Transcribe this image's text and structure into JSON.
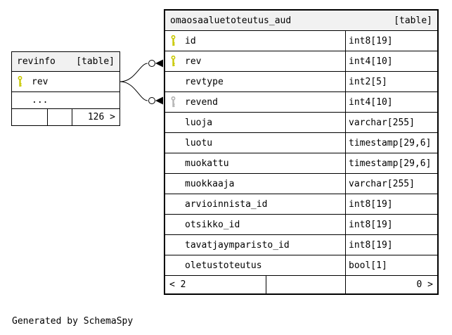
{
  "note": "Generated by SchemaSpy",
  "colors": {
    "key_primary": "#c8c800",
    "key_foreign": "#b3b3b3",
    "header_bg": "#f1f1f1",
    "border": "#000000"
  },
  "revinfo": {
    "title": "revinfo",
    "badge": "[table]",
    "rows": [
      {
        "name": "rev",
        "key": "primary"
      },
      {
        "name": "...",
        "key": "none"
      }
    ],
    "footer": {
      "left": "",
      "mid": "",
      "right": "126 >"
    }
  },
  "aud": {
    "title": "omaosaaluetoteutus_aud",
    "badge": "[table]",
    "rows": [
      {
        "name": "id",
        "type": "int8[19]",
        "key": "primary"
      },
      {
        "name": "rev",
        "type": "int4[10]",
        "key": "primary"
      },
      {
        "name": "revtype",
        "type": "int2[5]",
        "key": "none"
      },
      {
        "name": "revend",
        "type": "int4[10]",
        "key": "foreign"
      },
      {
        "name": "luoja",
        "type": "varchar[255]",
        "key": "none"
      },
      {
        "name": "luotu",
        "type": "timestamp[29,6]",
        "key": "none"
      },
      {
        "name": "muokattu",
        "type": "timestamp[29,6]",
        "key": "none"
      },
      {
        "name": "muokkaaja",
        "type": "varchar[255]",
        "key": "none"
      },
      {
        "name": "arvioinnista_id",
        "type": "int8[19]",
        "key": "none"
      },
      {
        "name": "otsikko_id",
        "type": "int8[19]",
        "key": "none"
      },
      {
        "name": "tavatjaymparisto_id",
        "type": "int8[19]",
        "key": "none"
      },
      {
        "name": "oletustoteutus",
        "type": "bool[1]",
        "key": "none"
      }
    ],
    "footer": {
      "left": "< 2",
      "mid": "",
      "right": "0 >"
    }
  },
  "relationships": [
    {
      "from": "revinfo.rev",
      "to": "omaosaaluetoteutus_aud.rev"
    },
    {
      "from": "revinfo.rev",
      "to": "omaosaaluetoteutus_aud.revend"
    }
  ]
}
